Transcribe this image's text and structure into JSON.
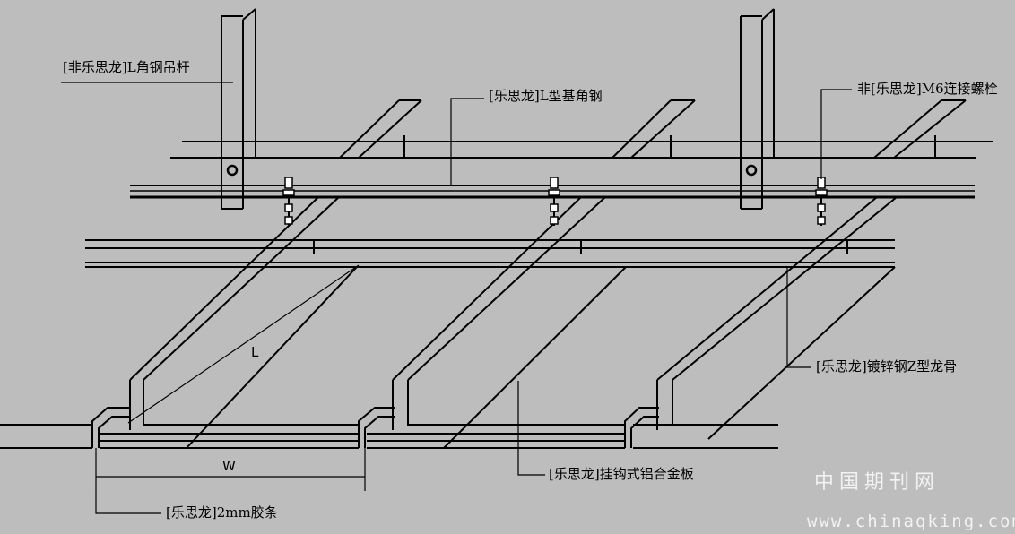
{
  "labels": {
    "hanger_rod": "[非乐思龙]L角钢吊杆",
    "base_angle": "[乐思龙]L型基角钢",
    "bolt": "非[乐思龙]M6连接螺栓",
    "z_keel": "[乐思龙]镀锌钢Z型龙骨",
    "panel": "[乐思龙]挂钩式铝合金板",
    "gasket": "[乐思龙]2mm胶条"
  },
  "dimensions": {
    "length": "L",
    "width": "W"
  },
  "watermark": {
    "site_name": "中国期刊网",
    "url": "www.chinaqking.com"
  },
  "colors": {
    "background": "#bdbdbd",
    "line": "#000000",
    "watermark": "#f2f2f2"
  }
}
